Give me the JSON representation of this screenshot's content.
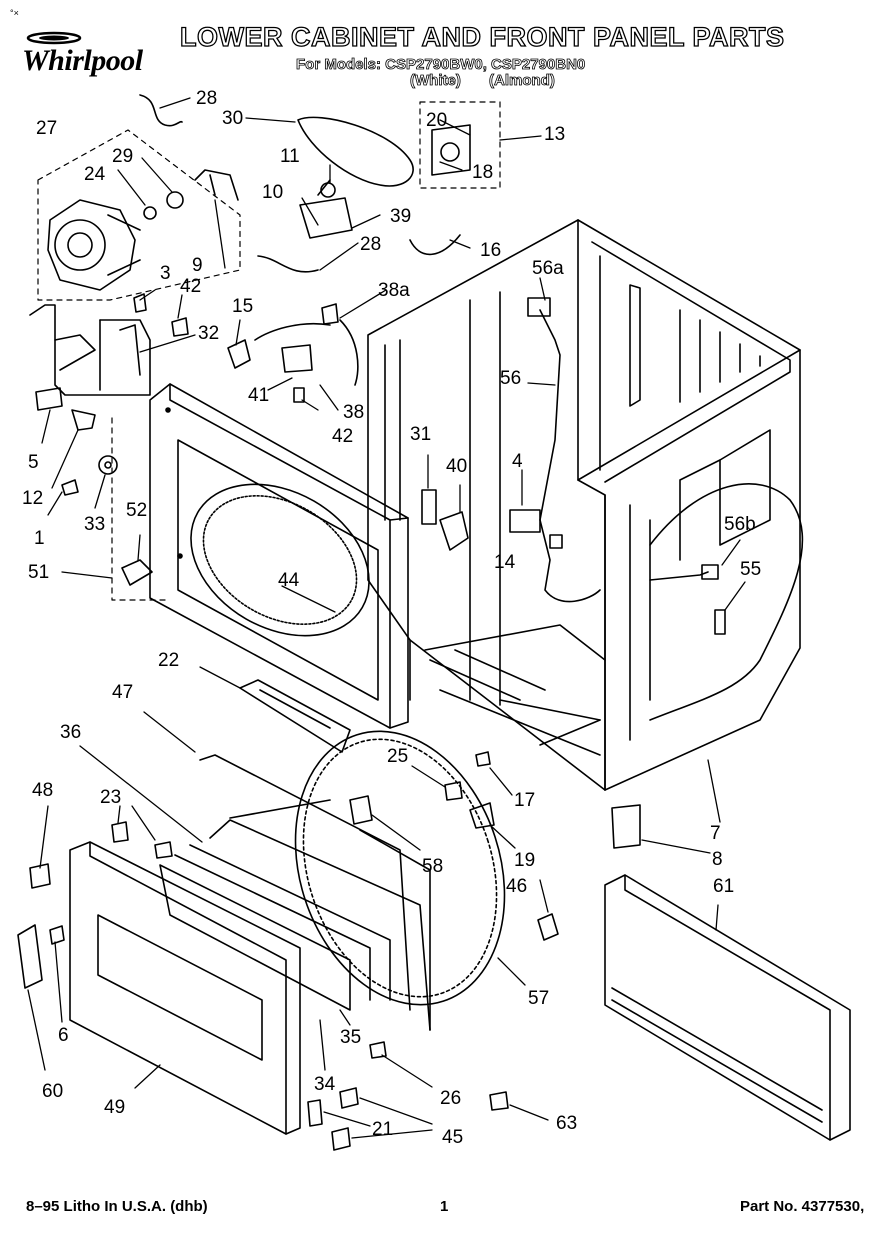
{
  "brand": {
    "name": "Whirlpool",
    "corner_mark": "°×"
  },
  "header": {
    "title": "LOWER CABINET AND FRONT PANEL PARTS",
    "models_line": "For Models: CSP2790BW0, CSP2790BN0",
    "variant_white": "(White)",
    "variant_almond": "(Almond)"
  },
  "callouts": [
    "1",
    "3",
    "4",
    "5",
    "6",
    "7",
    "8",
    "9",
    "10",
    "11",
    "12",
    "13",
    "14",
    "15",
    "16",
    "17",
    "18",
    "19",
    "20",
    "21",
    "22",
    "23",
    "24",
    "25",
    "26",
    "27",
    "28",
    "28",
    "29",
    "30",
    "31",
    "32",
    "33",
    "34",
    "35",
    "36",
    "38",
    "38a",
    "39",
    "40",
    "41",
    "42",
    "42",
    "44",
    "45",
    "46",
    "47",
    "48",
    "49",
    "51",
    "52",
    "55",
    "56",
    "56a",
    "56b",
    "57",
    "58",
    "60",
    "61",
    "63"
  ],
  "footer": {
    "litho": "8–95 Litho In U.S.A. (dhb)",
    "page": "1",
    "part_no": "Part No. 4377530,"
  }
}
